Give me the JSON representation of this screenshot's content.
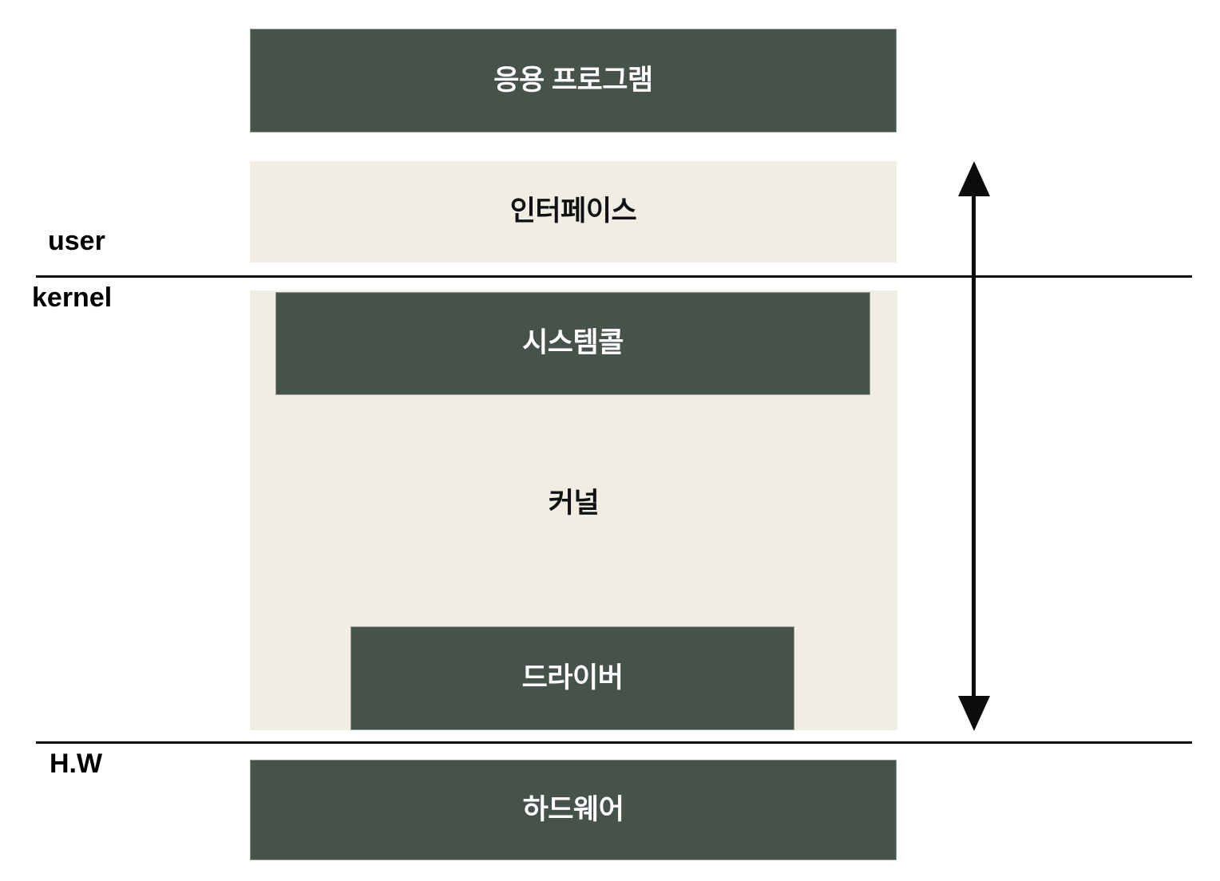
{
  "diagram": {
    "title_text": "",
    "colors": {
      "dark": "#46524A",
      "cream": "#F0EDE4",
      "line": "#0D0D0D",
      "text_on_dark": "#FFFFFF",
      "text_on_cream": "#111111",
      "background": "#FFFFFF"
    },
    "blocks": {
      "application": "응용 프로그램",
      "interface": "인터페이스",
      "syscall": "시스템콜",
      "kernel": "커널",
      "driver": "드라이버",
      "hardware": "하드웨어"
    },
    "side_labels": {
      "user": "user",
      "kernel": "kernel",
      "hardware": "H.W"
    },
    "annotations": {
      "span_arrow": "double-headed vertical arrow spanning user boundary to hardware boundary"
    }
  }
}
